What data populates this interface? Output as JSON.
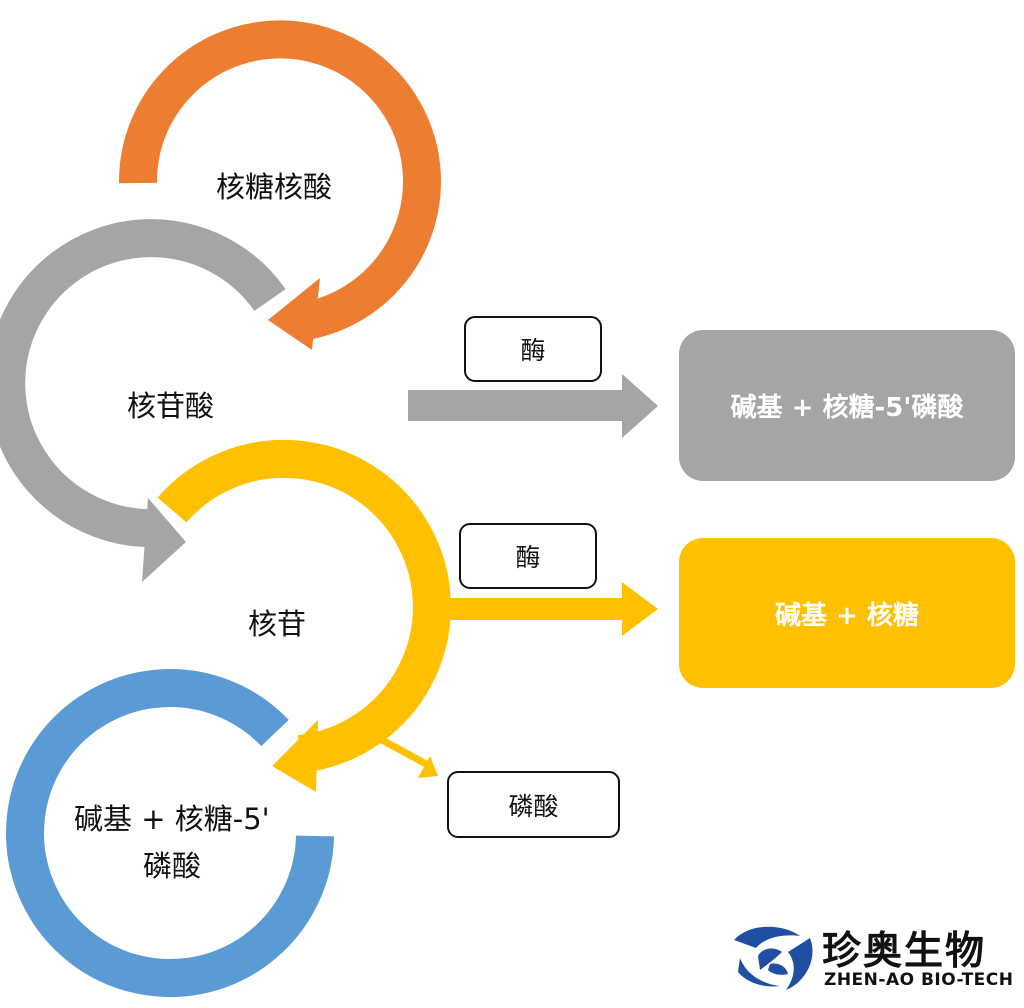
{
  "nodes": {
    "rna": "核糖核酸",
    "nucleotide": "核苷酸",
    "nucleoside": "核苷",
    "base_ribose_phosphate_line1": "碱基 + 核糖-5'",
    "base_ribose_phosphate_line2": "磷酸"
  },
  "enzymes": {
    "enzyme_1": "酶",
    "enzyme_2": "酶",
    "phosphate": "磷酸"
  },
  "products": {
    "product_1": "碱基 + 核糖-5'磷酸",
    "product_2": "碱基 + 核糖"
  },
  "colors": {
    "orange": "#ED7D31",
    "gray": "#A5A5A5",
    "yellow": "#FFC000",
    "blue": "#5B9BD5"
  },
  "logo": {
    "name_cn": "珍奥生物",
    "name_en": "ZHEN-AO BIO-TECH",
    "icon": "zhen-ao-logo-icon"
  }
}
